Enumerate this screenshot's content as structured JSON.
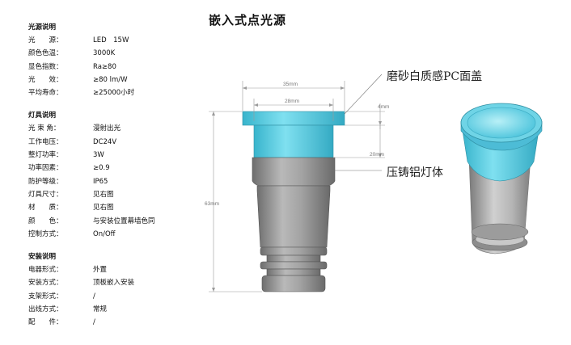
{
  "title": "嵌入式点光源",
  "sections": [
    {
      "title": "光源说明",
      "rows": [
        {
          "label": "光　　源：",
          "value": "LED　15W"
        },
        {
          "label": "颜色色温：",
          "value": "3000K"
        },
        {
          "label": "显色指数：",
          "value": "Ra≥80"
        },
        {
          "label": "光　　效：",
          "value": "≥80 lm/W"
        },
        {
          "label": "平均寿命：",
          "value": "≥25000小时"
        }
      ]
    },
    {
      "title": "灯具说明",
      "rows": [
        {
          "label": "光 束 角：",
          "value": "漫射出光"
        },
        {
          "label": "工作电压：",
          "value": "DC24V"
        },
        {
          "label": "整灯功率：",
          "value": "3W"
        },
        {
          "label": "功率因素：",
          "value": "≥0.9"
        },
        {
          "label": "防护等级：",
          "value": "IP65"
        },
        {
          "label": "灯具尺寸：",
          "value": "见右图"
        },
        {
          "label": "材　　质：",
          "value": "见右图"
        },
        {
          "label": "颜　　色：",
          "value": "与安装位置幕墙色同"
        },
        {
          "label": "控制方式：",
          "value": "On/Off"
        }
      ]
    },
    {
      "title": "安装说明",
      "rows": [
        {
          "label": "电器形式：",
          "value": "外置"
        },
        {
          "label": "安装方式：",
          "value": "顶板嵌入安装"
        },
        {
          "label": "支架形式：",
          "value": "/"
        },
        {
          "label": "出线方式：",
          "value": "常规"
        },
        {
          "label": "配　　件：",
          "value": "/"
        }
      ]
    }
  ],
  "drawing": {
    "dim_35": "35mm",
    "dim_28": "28mm",
    "dim_4": "4mm",
    "dim_20": "20mm",
    "dim_63": "63mm",
    "callout_cover": "磨砂白质感PC面盖",
    "callout_body": "压铸铝灯体"
  },
  "colors": {
    "lens_cyan": "#5fd0e6",
    "body_gray": "#8f8f8f",
    "dim_line": "#9a9a9a"
  }
}
